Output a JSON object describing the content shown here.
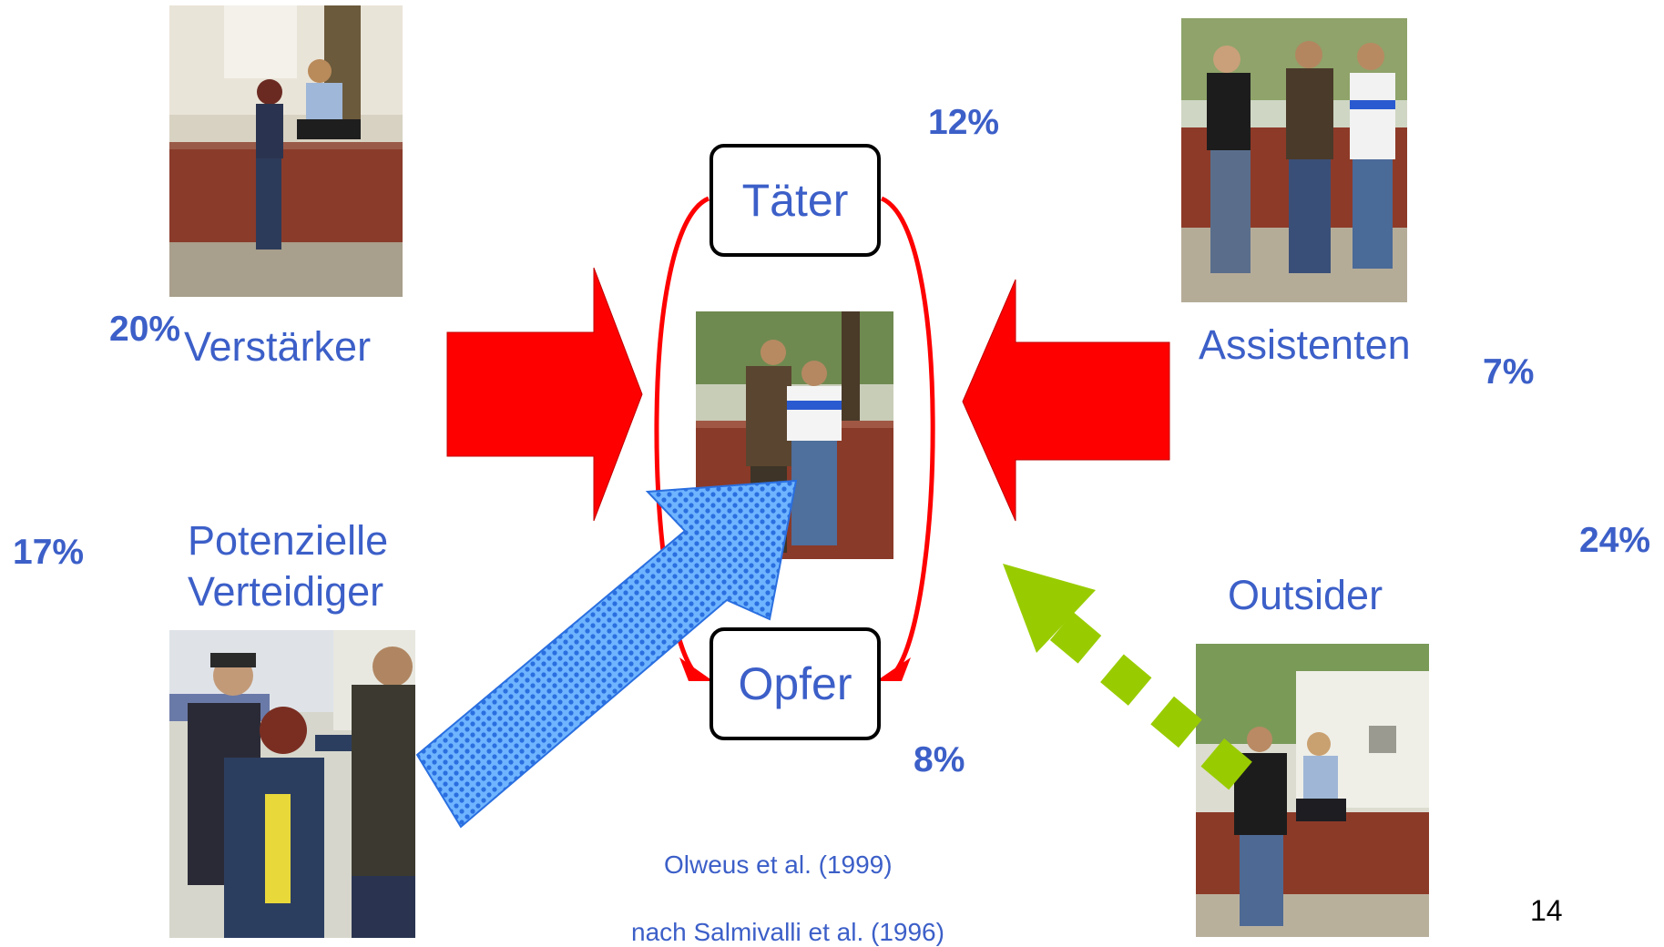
{
  "roles": {
    "verstaerker": "Verstärker",
    "assistenten": "Assistenten",
    "verteidiger_line1": "Potenzielle",
    "verteidiger_line2": "Verteidiger",
    "outsider": "Outsider",
    "taeter": "Täter",
    "opfer": "Opfer"
  },
  "percentages": {
    "taeter": "12%",
    "verstaerker": "20%",
    "assistenten": "7%",
    "verteidiger": "17%",
    "outsider": "24%",
    "opfer": "8%"
  },
  "citations": {
    "line1": "Olweus et al. (1999)",
    "line2": "nach Salmivalli et al. (1996)"
  },
  "page_number": "14",
  "colors": {
    "text_blue": "#3c5fc8",
    "red_arrow": "#ff0000",
    "blue_arrow": "#3a8ef0",
    "green_arrow": "#99cc00"
  }
}
